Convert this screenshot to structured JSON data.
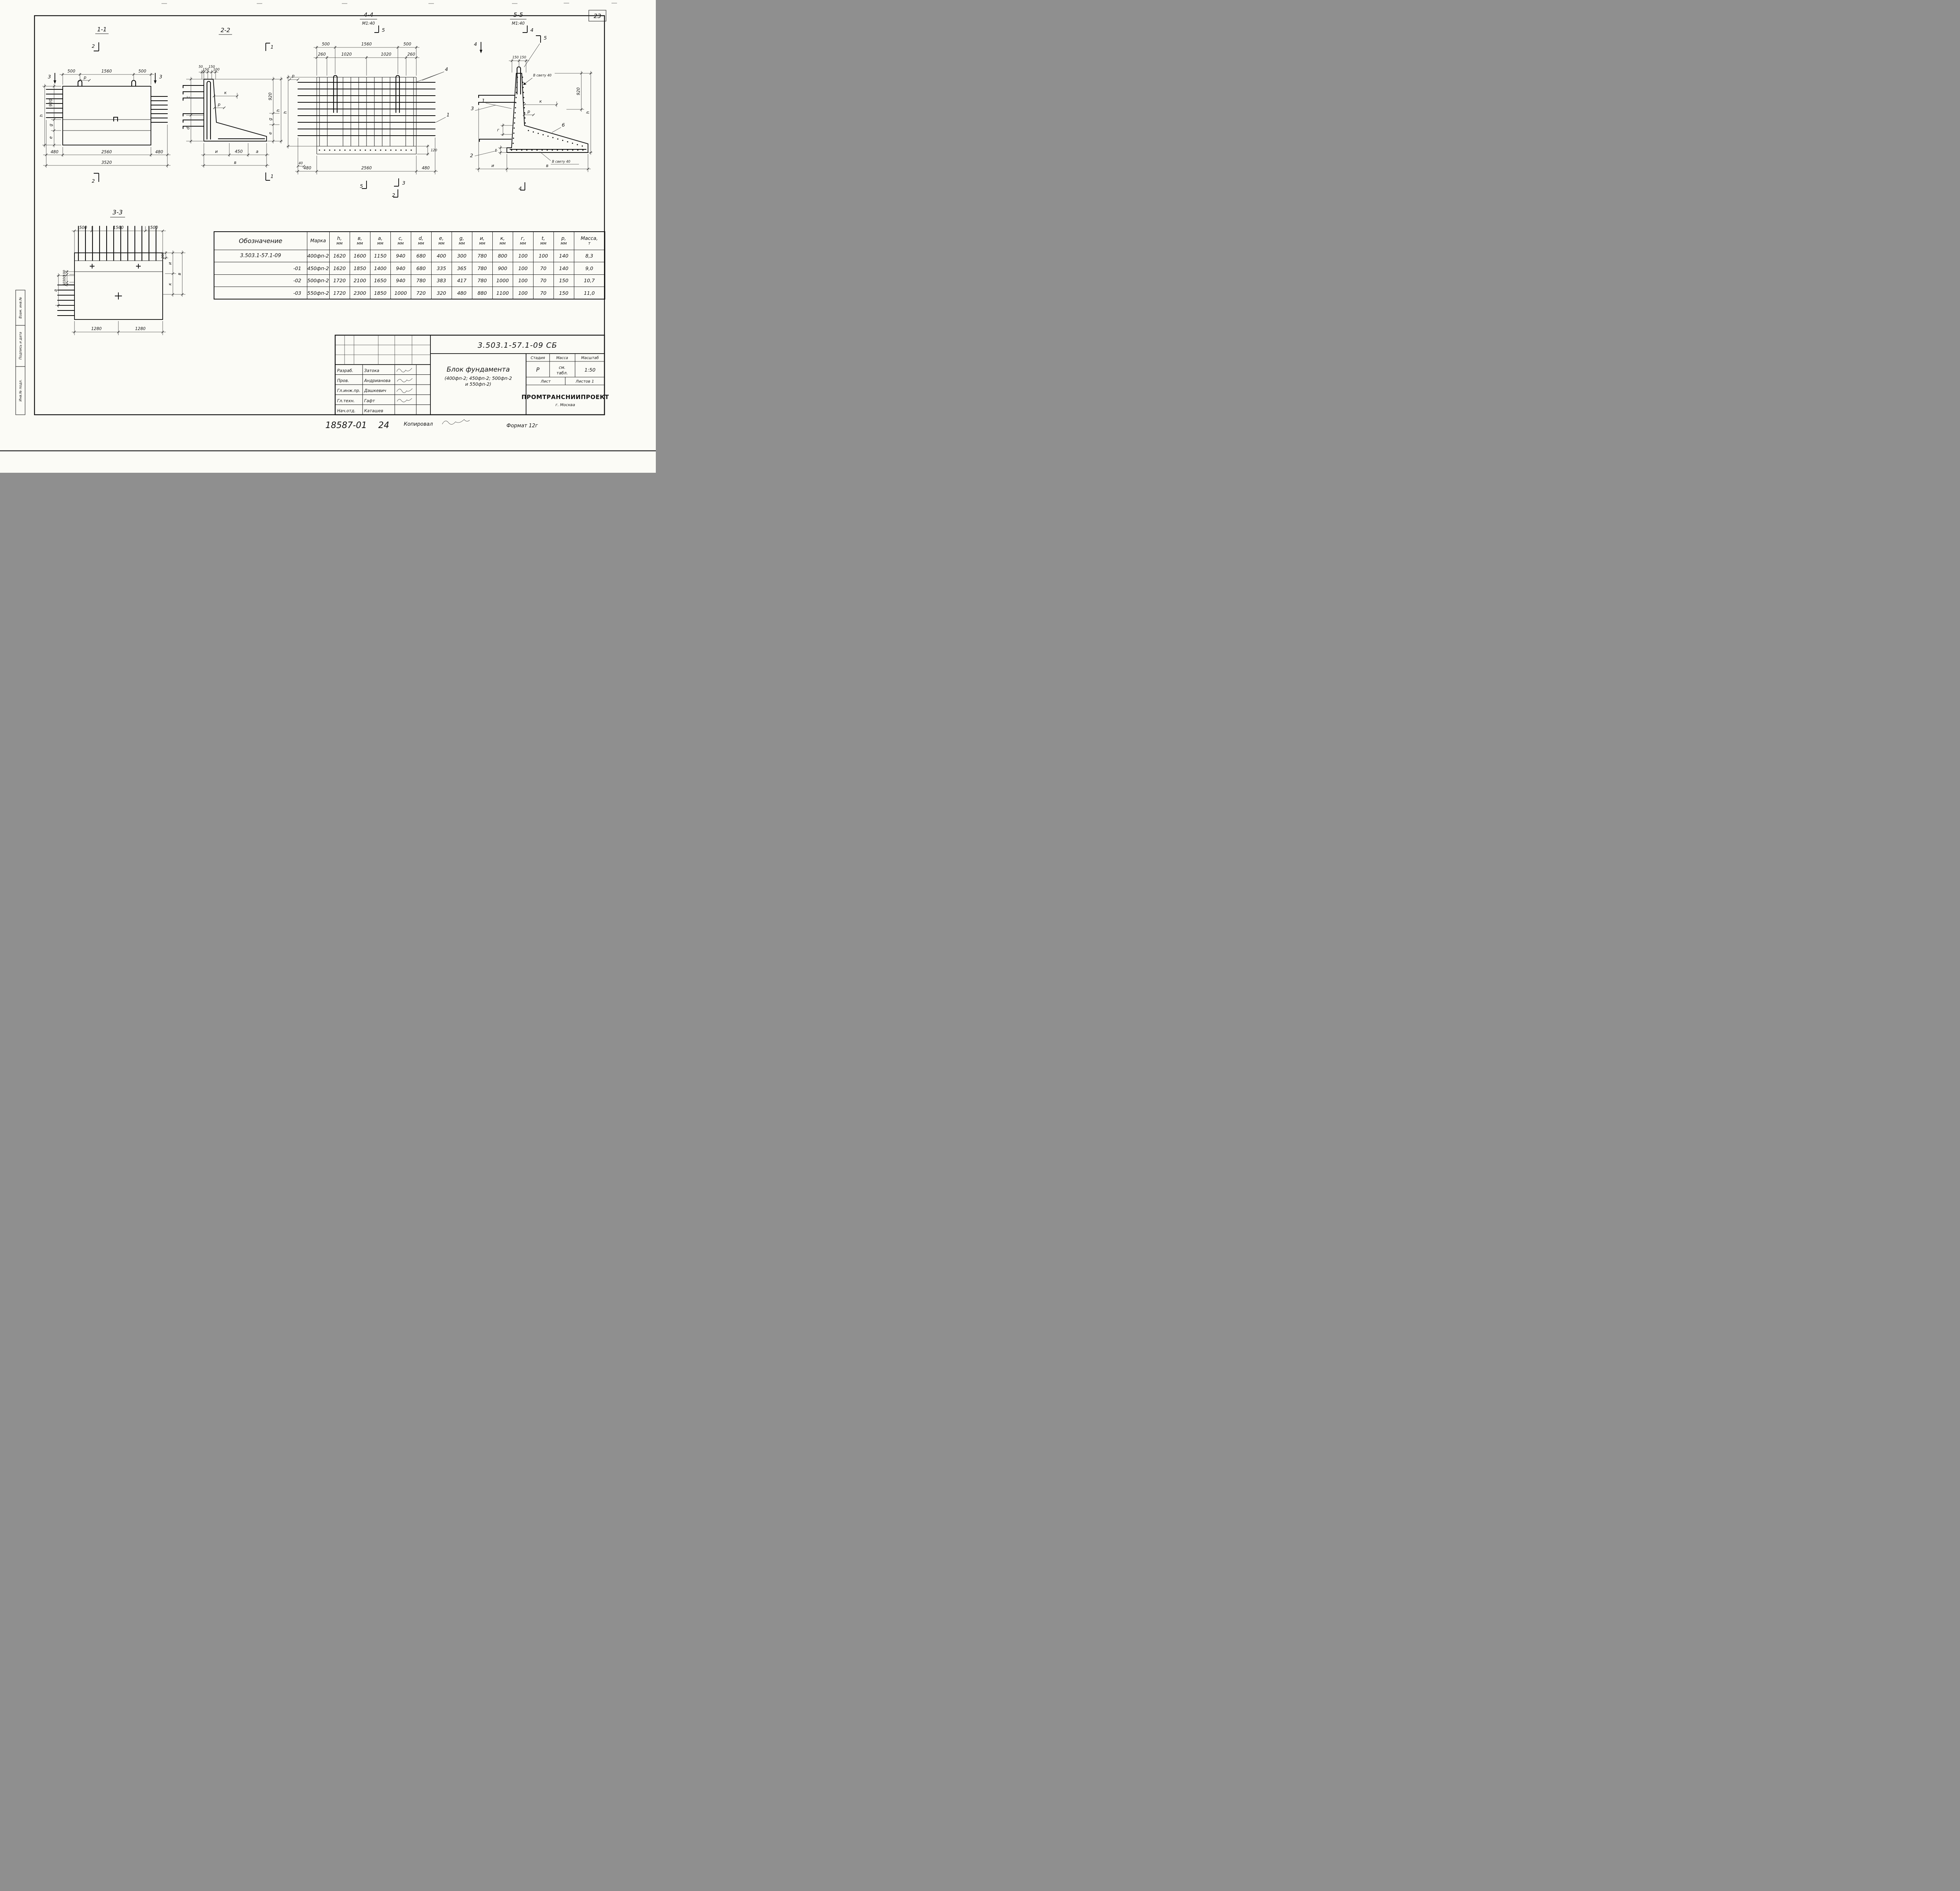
{
  "page": {
    "number": "23"
  },
  "side_labels": [
    "Взам. инв.№",
    "Подпись и дата",
    "Инв.№ подл."
  ],
  "footer": {
    "order_no": "18587-01",
    "sheet_no": "24",
    "copied_label": "Копировал",
    "format_label": "Формат 12г"
  },
  "s11": {
    "title": "1-1",
    "m2": "2",
    "m3": "3",
    "top": [
      "500",
      "1560",
      "500"
    ],
    "p": "р",
    "v920": "920",
    "g": "g",
    "e": "e",
    "h": "h",
    "bottom": [
      "480",
      "2560",
      "480"
    ],
    "total": "3520"
  },
  "s22": {
    "title": "2-2",
    "m1": "1",
    "top": [
      "50",
      "150",
      "150",
      "100"
    ],
    "c": "c",
    "d": "d",
    "k": "к",
    "p": "р",
    "v920": "920",
    "g": "g",
    "e": "e",
    "h": "h",
    "bot": [
      "и",
      "450",
      "а"
    ],
    "total": "в"
  },
  "s44": {
    "title": "4-4",
    "scale": "М1:40",
    "top1": [
      "500",
      "1560",
      "500"
    ],
    "top2": [
      "260",
      "1020",
      "1020",
      "260"
    ],
    "p": "р",
    "h": "h",
    "bottom": [
      "480",
      "2560",
      "480"
    ],
    "d40": "40",
    "d120": "120",
    "m5": "5",
    "m4": "4",
    "m1": "1",
    "m3": "3",
    "m2": "2"
  },
  "s55": {
    "title": "5-5",
    "scale": "М1:40",
    "top": [
      "150",
      "150"
    ],
    "clear_top": "В свету 40",
    "clear_bottom": "В свету 40",
    "v920": "920",
    "k": "к",
    "p": "р",
    "h": "h",
    "z": "г",
    "t": "t",
    "i": "и",
    "b": "в",
    "pos6": "6",
    "m4": "4",
    "m5": "5",
    "m1": "1",
    "m2": "2",
    "m3": "3"
  },
  "s33": {
    "title": "3-3",
    "top": [
      "500",
      "1560",
      "500"
    ],
    "i": "и",
    "b": "в",
    "k": "к",
    "d200": "200",
    "left": [
      "100",
      "300",
      "50"
    ],
    "a": "а",
    "bottom": [
      "1280",
      "1280"
    ]
  },
  "table": {
    "h_designation": "Обозначение",
    "h_mark": "Марка",
    "cols": [
      {
        "l": "h,",
        "u": "мм"
      },
      {
        "l": "в,",
        "u": "мм"
      },
      {
        "l": "а,",
        "u": "мм"
      },
      {
        "l": "с,",
        "u": "мм"
      },
      {
        "l": "d,",
        "u": "мм"
      },
      {
        "l": "е,",
        "u": "мм"
      },
      {
        "l": "g,",
        "u": "мм"
      },
      {
        "l": "и,",
        "u": "мм"
      },
      {
        "l": "к,",
        "u": "мм"
      },
      {
        "l": "г,",
        "u": "мм"
      },
      {
        "l": "t,",
        "u": "мм"
      },
      {
        "l": "р,",
        "u": "мм"
      }
    ],
    "h_mass": "Масса,",
    "h_mass_u": "т",
    "rows": [
      {
        "designation": "3.503.1-57.1-09",
        "mark": "400фп-2",
        "v": [
          "1620",
          "1600",
          "1150",
          "940",
          "680",
          "400",
          "300",
          "780",
          "800",
          "100",
          "100",
          "140"
        ],
        "mass": "8,3"
      },
      {
        "designation": "-01",
        "mark": "450фп-2",
        "v": [
          "1620",
          "1850",
          "1400",
          "940",
          "680",
          "335",
          "365",
          "780",
          "900",
          "100",
          "70",
          "140"
        ],
        "mass": "9,0"
      },
      {
        "designation": "-02",
        "mark": "500фп-2",
        "v": [
          "1720",
          "2100",
          "1650",
          "940",
          "780",
          "383",
          "417",
          "780",
          "1000",
          "100",
          "70",
          "150"
        ],
        "mass": "10,7"
      },
      {
        "designation": "-03",
        "mark": "550фп-2",
        "v": [
          "1720",
          "2300",
          "1850",
          "1000",
          "720",
          "320",
          "480",
          "880",
          "1100",
          "100",
          "70",
          "150"
        ],
        "mass": "11,0"
      }
    ]
  },
  "stamp": {
    "doc_number": "3.503.1-57.1-09 СБ",
    "title": "Блок фундамента",
    "subtitle1": "(400фп-2; 450фп-2; 500фп-2",
    "subtitle2": "и 550фп-2)",
    "stage_label": "Стадия",
    "mass_label": "Масса",
    "scale_label": "Масштаб",
    "stage": "Р",
    "mass1": "см.",
    "mass2": "табл.",
    "scale": "1:50",
    "sheet_label": "Лист",
    "sheets_label": "Листов 1",
    "org": "ПРОМТРАНСНИИПРОЕКТ",
    "org_city": "г. Москва",
    "sig_rows": [
      {
        "role": "Разраб.",
        "name": "Затока"
      },
      {
        "role": "Пров.",
        "name": "Андрианова"
      },
      {
        "role": "Гл.инж.пр.",
        "name": "Дашкевич"
      },
      {
        "role": "Гл.техн.",
        "name": "Гафт"
      },
      {
        "role": "Нач.отд.",
        "name": "Каташев"
      }
    ]
  }
}
